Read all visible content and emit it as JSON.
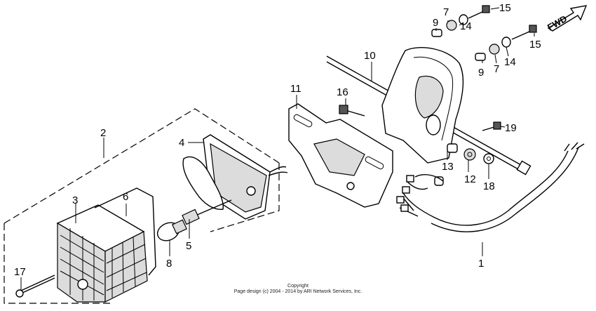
{
  "diagram": {
    "callouts": [
      {
        "id": "c1",
        "label": "1"
      },
      {
        "id": "c2",
        "label": "2"
      },
      {
        "id": "c3",
        "label": "3"
      },
      {
        "id": "c4",
        "label": "4"
      },
      {
        "id": "c5",
        "label": "5"
      },
      {
        "id": "c6",
        "label": "6"
      },
      {
        "id": "c7a",
        "label": "7"
      },
      {
        "id": "c7b",
        "label": "7"
      },
      {
        "id": "c8",
        "label": "8"
      },
      {
        "id": "c9a",
        "label": "9"
      },
      {
        "id": "c9b",
        "label": "9"
      },
      {
        "id": "c10",
        "label": "10"
      },
      {
        "id": "c11",
        "label": "11"
      },
      {
        "id": "c12",
        "label": "12"
      },
      {
        "id": "c13",
        "label": "13"
      },
      {
        "id": "c14a",
        "label": "14"
      },
      {
        "id": "c14b",
        "label": "14"
      },
      {
        "id": "c15a",
        "label": "15"
      },
      {
        "id": "c15b",
        "label": "15"
      },
      {
        "id": "c16",
        "label": "16"
      },
      {
        "id": "c17",
        "label": "17"
      },
      {
        "id": "c18",
        "label": "18"
      },
      {
        "id": "c19",
        "label": "19"
      }
    ],
    "direction_label": "FWD"
  },
  "footer": {
    "copyright_line1": "Copyright",
    "copyright_line2": "Page design (c) 2004 - 2014 by ARI Network Services, Inc."
  }
}
